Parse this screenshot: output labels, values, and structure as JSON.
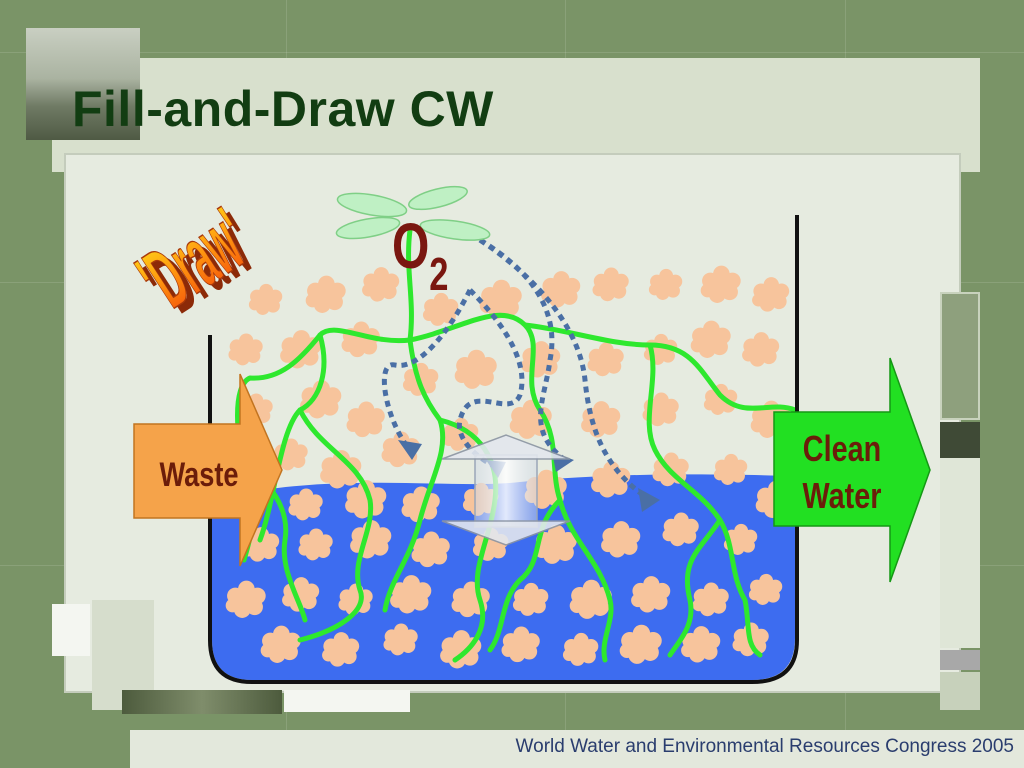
{
  "slide": {
    "title": "Fill-and-Draw CW",
    "footer": "World Water and Environmental Resources Congress 2005"
  },
  "diagram": {
    "phase_label": "'Draw'",
    "oxygen_symbol": "O",
    "oxygen_subscript": "2",
    "inflow_label": "Waste",
    "outflow_label_line1": "Clean",
    "outflow_label_line2": "Water"
  },
  "colors": {
    "background": "#7a9467",
    "title": "#123d12",
    "water": "#3d6cf0",
    "gravel": "#f7c49c",
    "roots": "#2ee82e",
    "oxygen_path": "#4a6fa5",
    "waste_arrow": "#f5a34a",
    "clean_arrow": "#22e022",
    "footer_text": "#2a3d6e"
  }
}
